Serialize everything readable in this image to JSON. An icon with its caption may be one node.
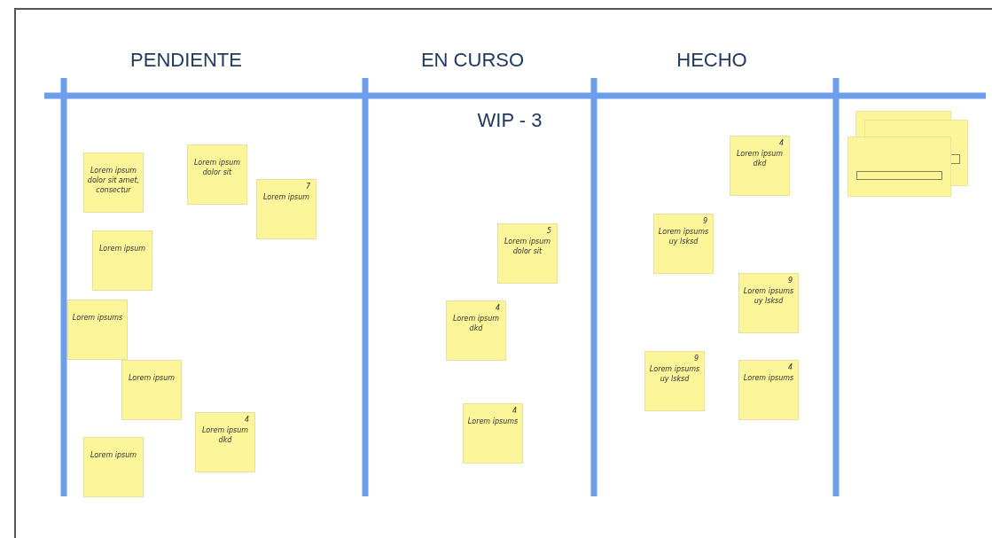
{
  "diagram": {
    "nodes": [
      {
        "text": [
          "Lorem ipsum dolor sit amet, consectur"
        ]
      },
      {
        "text": [
          "Lorem ipsum dolor sit"
        ]
      },
      {
        "text": [
          "7",
          "Lorem ipsum"
        ]
      },
      {
        "text": [
          "Lorem ipsum"
        ]
      },
      {
        "text": [
          "Lorem ipsums"
        ]
      },
      {
        "text": [
          "Lorem ipsum"
        ]
      },
      {
        "text": [
          "4",
          "Lorem ipsum dkd"
        ]
      },
      {
        "text": [
          "Lorem ipsum"
        ]
      },
      {
        "text": [
          "5",
          "Lorem ipsum dolor sit"
        ]
      },
      {
        "text": [
          "4",
          "Lorem ipsum dkd"
        ]
      },
      {
        "text": [
          "4",
          "Lorem ipsums"
        ]
      },
      {
        "text": [
          "4",
          "Lorem ipsum dkd"
        ]
      },
      {
        "text": [
          "9",
          "Lorem ipsums uy lsksd"
        ]
      },
      {
        "text": [
          "9",
          "Lorem ipsums uy lsksd"
        ]
      },
      {
        "text": [
          "9",
          "Lorem ipsums uy lsksd"
        ]
      },
      {
        "text": [
          "4",
          "Lorem ipsums"
        ]
      },
      {
        "text": [],
        "shape": "box"
      }
    ],
    "edges": [],
    "labels": [
      "PENDIENTE",
      "EN CURSO",
      "HECHO",
      "WIP - 3"
    ]
  }
}
